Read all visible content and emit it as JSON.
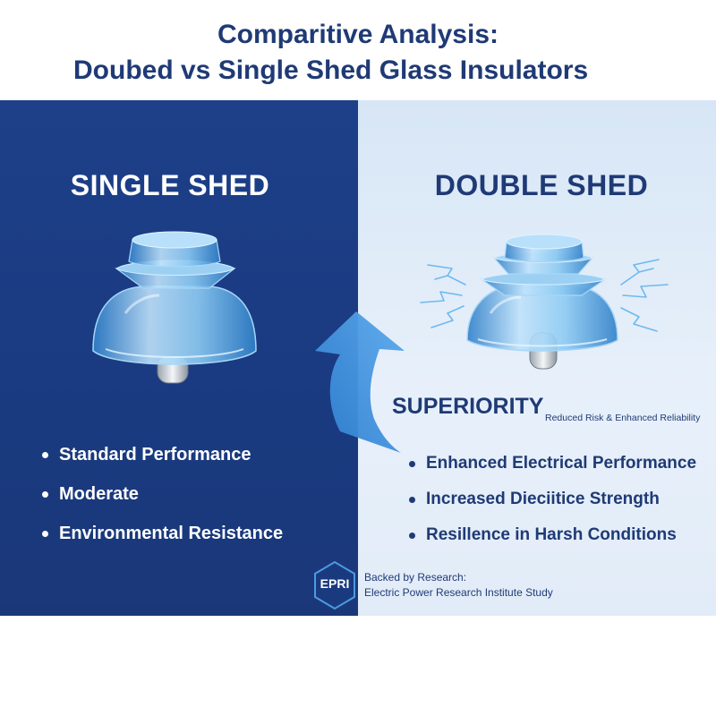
{
  "title": {
    "line1": "Comparitive Analysis:",
    "line2": "Doubed vs Single Shed Glass Insulators"
  },
  "left_panel": {
    "heading": "SINGLE SHED",
    "bullets": [
      "Standard Performance",
      "Moderate",
      "Environmental Resistance"
    ]
  },
  "right_panel": {
    "heading": "DOUBLE SHED",
    "superiority_title": "SUPERIORITY",
    "superiority_subtitle": "Reduced Risk & Enhanced Reliability",
    "bullets": [
      "Enhanced Electrical Performance",
      "Increased Dieciitice Strength",
      "Resillence in Harsh Conditions"
    ]
  },
  "footer": {
    "logo_text": "EPRI",
    "research_line1": "Backed by Research:",
    "research_line2": "Electric Power Research Institute Study"
  },
  "colors": {
    "navy": "#1f3a75",
    "panel_blue": "#1d4089",
    "panel_light": "#e3edf8",
    "arrow_blue": "#3d8fdb"
  },
  "icons": [
    "insulator-single-icon",
    "insulator-double-icon",
    "lightning-icon",
    "arrow-up-icon",
    "epri-hexagon-icon"
  ]
}
